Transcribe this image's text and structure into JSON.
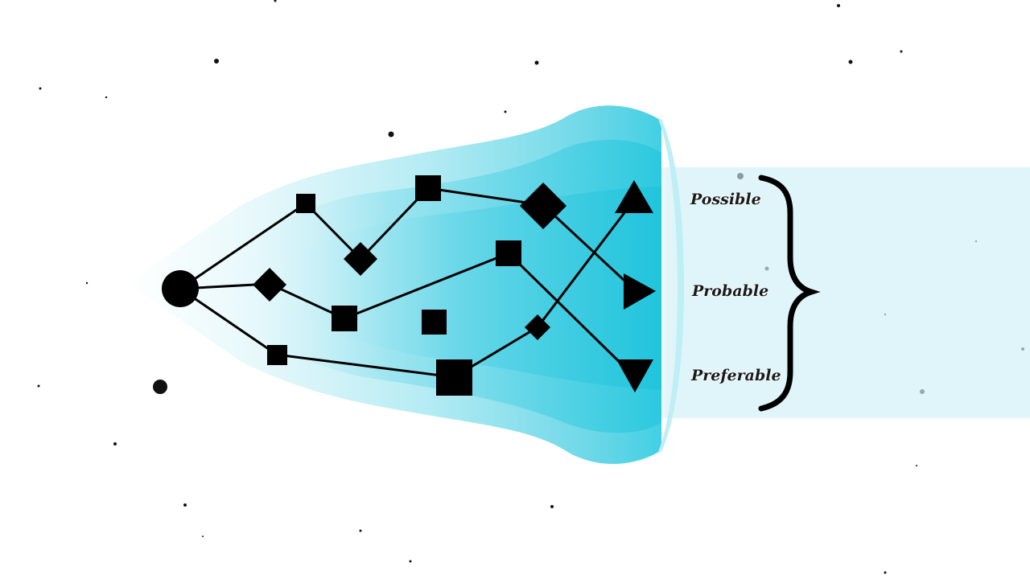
{
  "diagram": {
    "labels": {
      "possible": "Possible",
      "probable": "Probable",
      "preferable": "Preferable"
    },
    "colors": {
      "cone_light": "#c9f0f6",
      "cone_mid": "#7fdcea",
      "cone_deep": "#29c9df",
      "band": "#dff5f9",
      "node": "#000000",
      "background": "#ffffff"
    }
  }
}
